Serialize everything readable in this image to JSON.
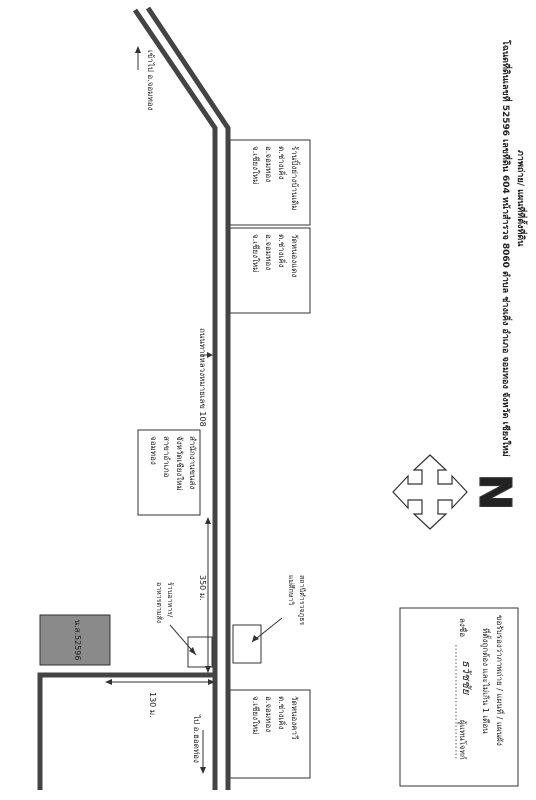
{
  "header": {
    "title": "ภาพถ่าย/ แผนที่ที่ตั้งที่ดิน",
    "subtitle": "โฉนดที่ดินเลขที่ 52596 เลขที่ดิน 604 หน้าสำรวจ 8060 ตำบล ช่างเคิ่ง อำเภอ จอมทอง จังหวัด เชียงใหม่"
  },
  "places": {
    "hotspring": [
      "ร้านปิ้งย่างบ้านเดิม",
      "ต.ช่างเคิ่ง",
      "อ.จอมทอง",
      "จ.เชียงใหม่"
    ],
    "temple_top": [
      "วัดหนองแดง",
      "ต.ช่างเคิ่ง",
      "อ.จอมทอง",
      "จ.เชียงใหม่"
    ],
    "office": [
      "สำนักงานขนส่ง",
      "จังหวัดเชียงใหม่",
      "สาขาอำเภอ",
      "จอมทอง"
    ],
    "temple_bottom": [
      "วัดหนองคาวี",
      "ต.ช่างเคิ่ง",
      "อ.จอมทอง",
      "จ.เชียงใหม่"
    ],
    "school": [
      "สถานีตำรวจภูธร",
      "แม่ศึกษาวิ"
    ],
    "market": [
      "ร้านอาหาร/",
      "อาหารตามสั่ง"
    ]
  },
  "roads": {
    "highway": "ถนนทางหลวงหมายเลข 108",
    "to_north": "เข้าไป อ.จอมทอง",
    "to_south": "ไป อ.ฮอดท่อง"
  },
  "distances": {
    "d350": "350 ม.",
    "d130": "130 ม."
  },
  "parcel": {
    "label": "น.ส.52596"
  },
  "north_mark": "N",
  "certification": {
    "line1": "ขอรับรองว่าภาพถ่าย / แผนที่ / แผนผัง",
    "line2": "ที่ตั้งถูกต้อง และไม่เกิน 1 เดือน",
    "signature_prefix": "ลงชื่อ",
    "signature": "ธวัชชัย",
    "signature_suffix": "ผู้แทนโจทก์"
  }
}
